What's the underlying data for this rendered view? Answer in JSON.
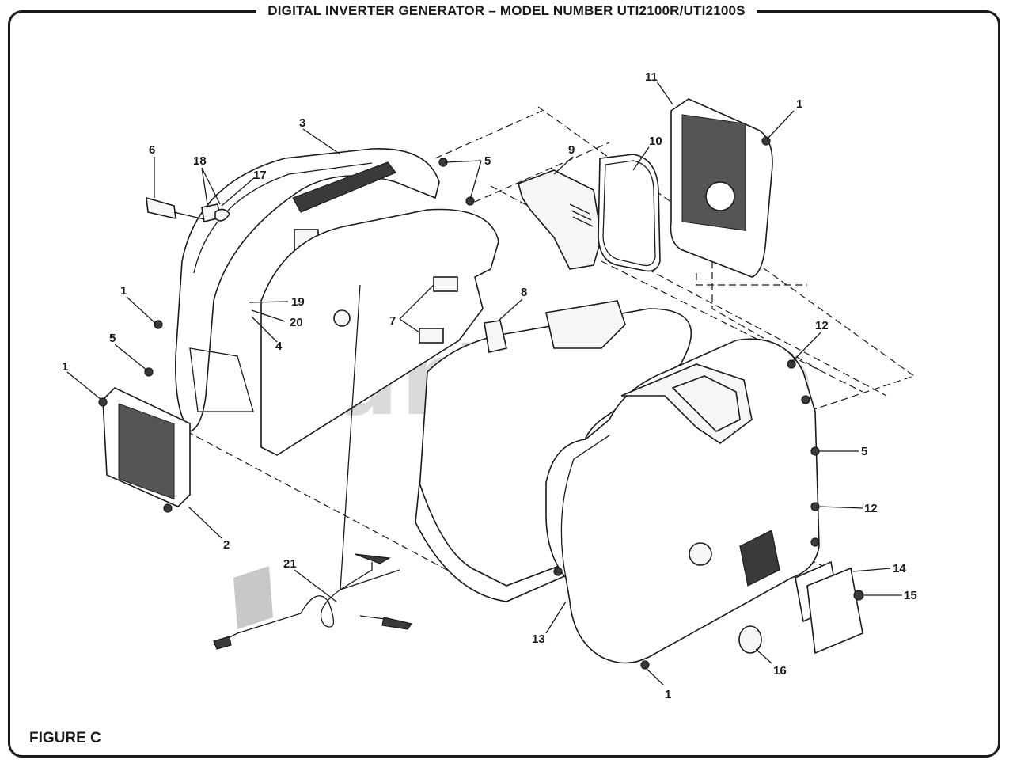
{
  "title": "DIGITAL INVERTER GENERATOR – MODEL NUMBER UTI2100R/UTI2100S",
  "figure_label": "FIGURE C",
  "watermark": "PartsTree",
  "callouts": [
    "1",
    "1",
    "1",
    "1",
    "2",
    "3",
    "4",
    "5",
    "5",
    "5",
    "6",
    "7",
    "8",
    "9",
    "10",
    "11",
    "12",
    "12",
    "13",
    "14",
    "15",
    "16",
    "17",
    "18",
    "19",
    "20",
    "21"
  ]
}
